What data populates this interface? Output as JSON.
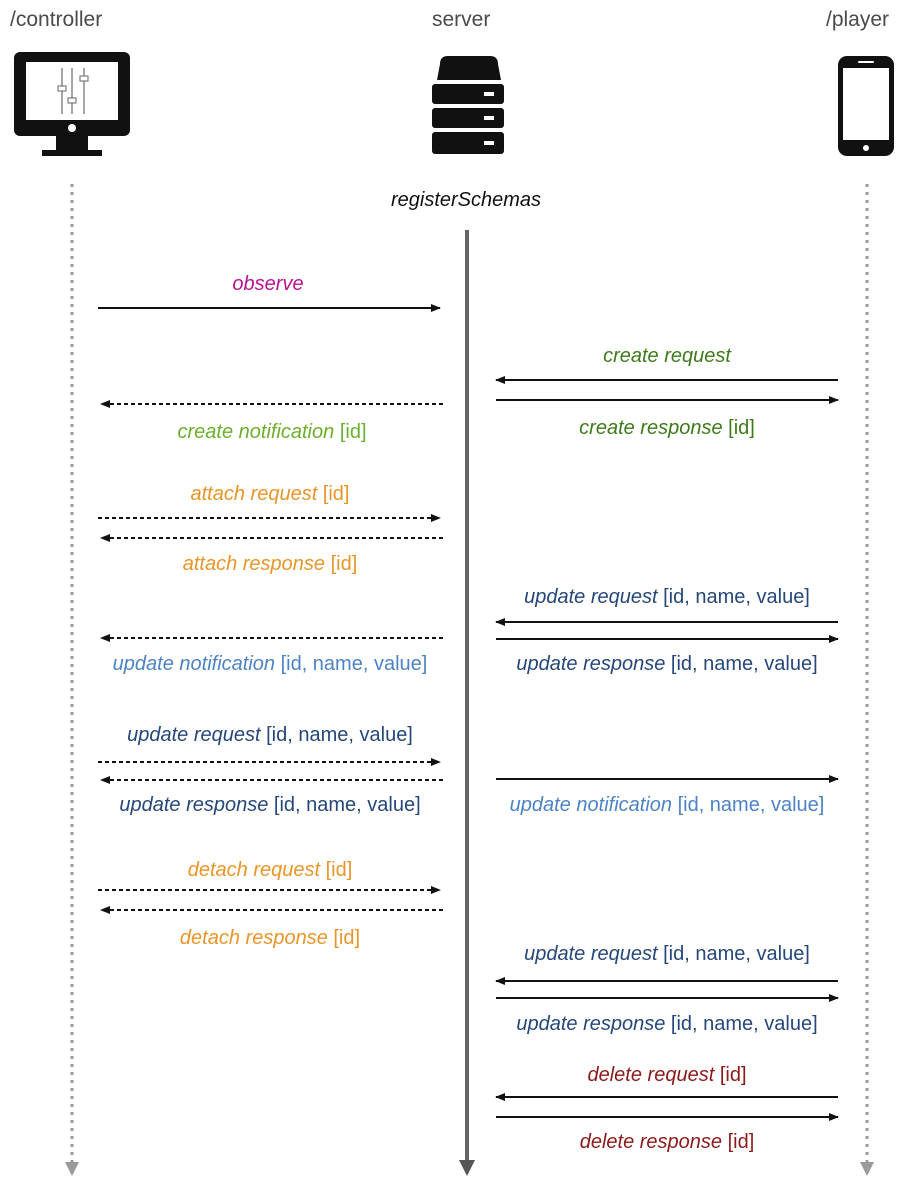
{
  "actors": {
    "controller": "/controller",
    "server": "server",
    "player": "/player"
  },
  "register_label": "registerSchemas",
  "messages": [
    {
      "verb": "observe",
      "params": "",
      "color": "#b8158f"
    },
    {
      "verb": "create request",
      "params": "",
      "color": "#3f7a1c"
    },
    {
      "verb": "create notification",
      "params": " [id]",
      "color": "#6cae2d"
    },
    {
      "verb": "create response",
      "params": " [id]",
      "color": "#3f7a1c"
    },
    {
      "verb": "attach request",
      "params": " [id]",
      "color": "#e8952a"
    },
    {
      "verb": "attach response",
      "params": " [id]",
      "color": "#e8952a"
    },
    {
      "verb": "update request",
      "params": " [id, name, value]",
      "color": "#26477a"
    },
    {
      "verb": "update notification",
      "params": " [id, name, value]",
      "color": "#4d83c4"
    },
    {
      "verb": "update response",
      "params": " [id, name, value]",
      "color": "#26477a"
    },
    {
      "verb": "update request",
      "params": " [id, name, value]",
      "color": "#26477a"
    },
    {
      "verb": "update response",
      "params": " [id, name, value]",
      "color": "#26477a"
    },
    {
      "verb": "update notification",
      "params": " [id, name, value]",
      "color": "#4d83c4"
    },
    {
      "verb": "detach request",
      "params": " [id]",
      "color": "#e8952a"
    },
    {
      "verb": "detach response",
      "params": " [id]",
      "color": "#e8952a"
    },
    {
      "verb": "update request",
      "params": " [id, name, value]",
      "color": "#26477a"
    },
    {
      "verb": "update response",
      "params": " [id, name, value]",
      "color": "#26477a"
    },
    {
      "verb": "delete request",
      "params": " [id]",
      "color": "#8b1a1a"
    },
    {
      "verb": "delete response",
      "params": " [id]",
      "color": "#8b1a1a"
    }
  ],
  "icons": {
    "controller": "desktop-monitor-icon",
    "server": "server-stack-icon",
    "player": "smartphone-icon"
  }
}
